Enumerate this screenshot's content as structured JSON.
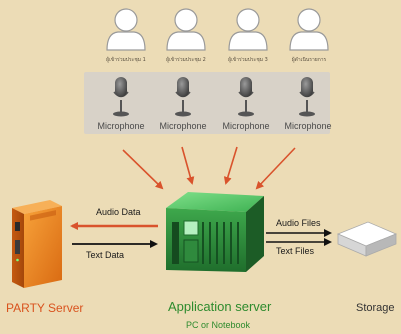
{
  "participants": [
    {
      "label": "ผู้เข้าร่วมประชุม 1"
    },
    {
      "label": "ผู้เข้าร่วมประชุม 2"
    },
    {
      "label": "ผู้เข้าร่วมประชุม 3"
    },
    {
      "label": "ผู้ดำเนินรายการ"
    }
  ],
  "microphones": [
    {
      "label": "Microphone"
    },
    {
      "label": "Microphone"
    },
    {
      "label": "Microphone"
    },
    {
      "label": "Microphone"
    }
  ],
  "flows": {
    "audio_data": "Audio Data",
    "text_data": "Text Data",
    "audio_files": "Audio Files",
    "text_files": "Text Files"
  },
  "nodes": {
    "party_server": "PARTY Server",
    "application_server": "Application server",
    "application_server_sub": "PC or Notebook",
    "storage": "Storage"
  },
  "colors": {
    "background": "#ecdcb6",
    "audio_arrow": "#d9532c",
    "text_arrow": "#111111",
    "party_label": "#d9531e",
    "app_label": "#2e8b2e",
    "storage_label": "#333333",
    "server_orange": "#f08a24",
    "app_green": "#3fbf5a"
  },
  "icons": [
    "person-icon",
    "microphone-icon",
    "tower-server-icon",
    "rack-server-icon",
    "storage-box-icon"
  ]
}
